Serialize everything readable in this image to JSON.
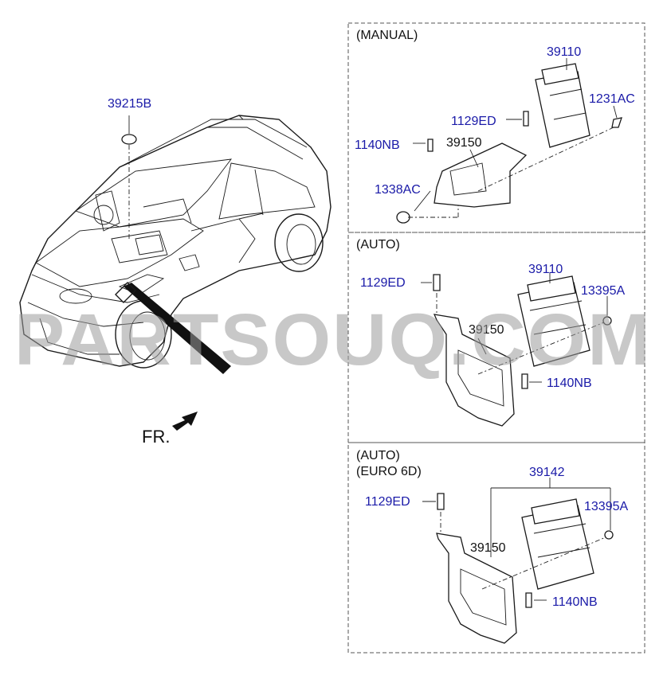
{
  "colors": {
    "callout": "#1a1aa8",
    "line": "#1a1a1a",
    "watermark": "#9a9a9a"
  },
  "watermark": "PARTSOUQ.COM",
  "direction_label": "FR.",
  "vehicle": {
    "callouts": {
      "grommet": "39215B"
    }
  },
  "panels": {
    "manual": {
      "title": "(MANUAL)",
      "callouts": {
        "ecu": "39110",
        "bolt_right": "1231AC",
        "bolt_top": "1129ED",
        "bolt_left": "1140NB",
        "bracket": "39150",
        "nut": "1338AC"
      }
    },
    "auto": {
      "title": "(AUTO)",
      "callouts": {
        "bolt_top": "1129ED",
        "ecu": "39110",
        "nut_right": "13395A",
        "bracket": "39150",
        "bolt_bottom": "1140NB"
      }
    },
    "auto_euro": {
      "title_line1": "(AUTO)",
      "title_line2": "(EURO 6D)",
      "callouts": {
        "ecu": "39142",
        "bolt_top": "1129ED",
        "nut_right": "13395A",
        "bracket": "39150",
        "bolt_bottom": "1140NB"
      }
    }
  }
}
